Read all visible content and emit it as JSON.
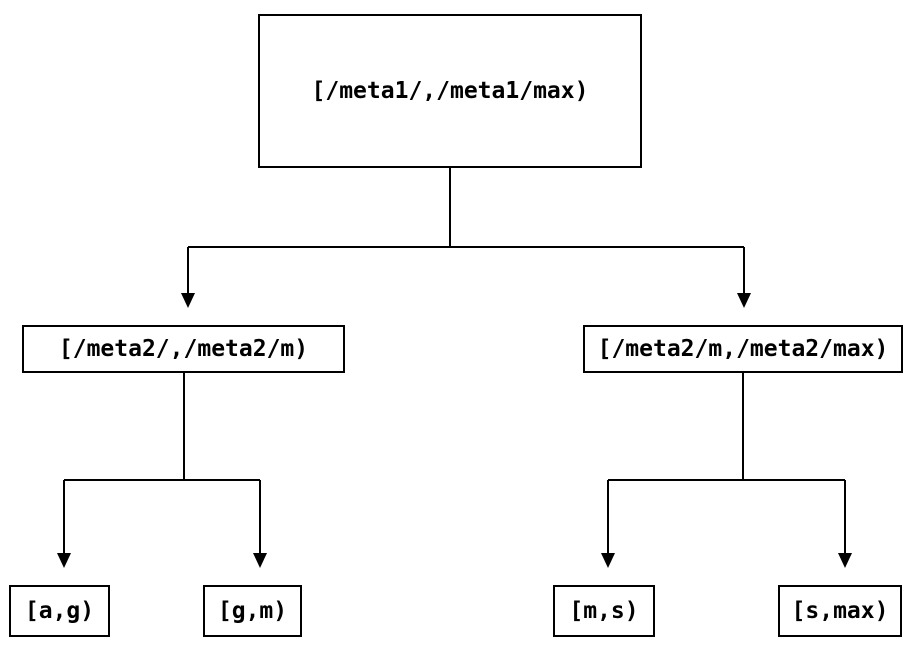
{
  "diagram": {
    "type": "tree",
    "colors": {
      "background": "#ffffff",
      "line": "#000000",
      "text": "#000000",
      "node_border": "#000000"
    },
    "nodes": {
      "root": {
        "label": "[/meta1/,/meta1/max)"
      },
      "meta2_low": {
        "label": "[/meta2/,/meta2/m)"
      },
      "meta2_high": {
        "label": "[/meta2/m,/meta2/max)"
      },
      "leaf_a_g": {
        "label": "[a,g)"
      },
      "leaf_g_m": {
        "label": "[g,m)"
      },
      "leaf_m_s": {
        "label": "[m,s)"
      },
      "leaf_s_max": {
        "label": "[s,max)"
      }
    },
    "edges": [
      {
        "from": "root",
        "to": "meta2_low"
      },
      {
        "from": "root",
        "to": "meta2_high"
      },
      {
        "from": "meta2_low",
        "to": "leaf_a_g"
      },
      {
        "from": "meta2_low",
        "to": "leaf_g_m"
      },
      {
        "from": "meta2_high",
        "to": "leaf_m_s"
      },
      {
        "from": "meta2_high",
        "to": "leaf_s_max"
      }
    ]
  }
}
